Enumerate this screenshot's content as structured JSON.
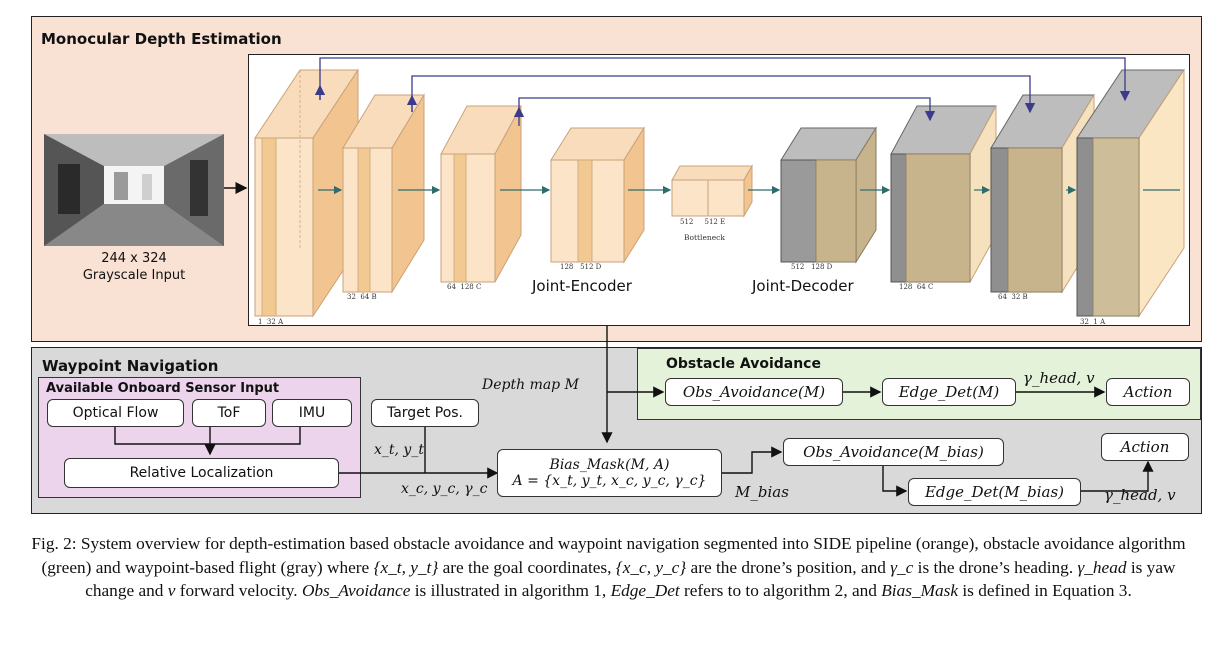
{
  "sections": {
    "mde_title": "Monocular Depth Estimation",
    "waypoint_title": "Waypoint Navigation",
    "sensor_title": "Available Onboard Sensor Input",
    "obstacle_title": "Obstacle Avoidance"
  },
  "input_image": {
    "size_label": "244 x 324",
    "type_label": "Grayscale Input"
  },
  "network": {
    "encoder_label": "Joint-Encoder",
    "decoder_label": "Joint-Decoder",
    "bottleneck_label": "Bottleneck",
    "enc_dims": [
      {
        "a": "1",
        "b": "32",
        "c": "A"
      },
      {
        "a": "32",
        "b": "64",
        "c": "B"
      },
      {
        "a": "64",
        "b": "128",
        "c": "C"
      },
      {
        "a": "128",
        "b": "512",
        "c": "D"
      }
    ],
    "bottleneck_dims": {
      "a": "512",
      "b": "512",
      "c": "E"
    },
    "dec_dims": [
      {
        "a": "512",
        "b": "128",
        "c": "D"
      },
      {
        "a": "128",
        "b": "64",
        "c": "C"
      },
      {
        "a": "64",
        "b": "32",
        "c": "B"
      },
      {
        "a": "32",
        "b": "1",
        "c": "A"
      }
    ]
  },
  "sensors": {
    "optical_flow": "Optical Flow",
    "tof": "ToF",
    "imu": "IMU",
    "relative_localization": "Relative Localization",
    "target_pos": "Target Pos."
  },
  "labels": {
    "depth_map": "Depth map M",
    "xt_yt": "x_t, y_t",
    "xc_yc_gc": "x_c, y_c, γ_c",
    "m_bias": "M_bias",
    "gamma_v_top": "γ_head, v",
    "gamma_v_bottom": "γ_head, v"
  },
  "boxes": {
    "obs_top": "Obs_Avoidance(M)",
    "edge_top": "Edge_Det(M)",
    "action_top": "Action",
    "bias_mask_line1": "Bias_Mask(M, A)",
    "bias_mask_line2": "A = {x_t, y_t, x_c, y_c, γ_c}",
    "obs_bottom": "Obs_Avoidance(M_bias)",
    "edge_bottom": "Edge_Det(M_bias)",
    "action_bottom": "Action"
  },
  "caption": {
    "p1": "Fig. 2: System overview for depth-estimation based obstacle avoidance and waypoint navigation segmented into SIDE pipeline (orange), obstacle avoidance algorithm (green) and waypoint-based flight (gray) where ",
    "m1": "{x_t, y_t}",
    "p2": " are the goal coordinates, ",
    "m2": "{x_c, y_c}",
    "p3": " are the drone’s position, and ",
    "m3": "γ_c",
    "p4": " is the drone’s heading. ",
    "m4": "γ_head",
    "p5": " is yaw change and ",
    "m5": "v",
    "p6": " forward velocity. ",
    "m6": "Obs_Avoidance",
    "p7": " is illustrated in algorithm 1, ",
    "m7": "Edge_Det",
    "p8": " refers to to algorithm 2, and ",
    "m8": "Bias_Mask",
    "p9": " is defined in Equation 3."
  },
  "colors": {
    "mde_bg": "#f9e1d3",
    "waypoint_bg": "#d9d9d9",
    "sensor_bg": "#ecd4ec",
    "obstacle_bg": "#e3f2d9",
    "orange_face": "#f5cf9f",
    "gray_face": "#8a8a8a",
    "skip_arrow": "#3b3b8c"
  }
}
